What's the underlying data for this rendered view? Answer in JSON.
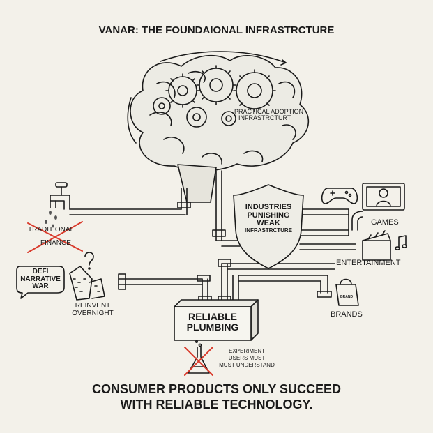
{
  "title": "VANAR: THE FOUNDAIONAL INFRASTRCTURE",
  "brain_label": [
    "PRACTICAL ADOPTION",
    "INFRASTRCTURT"
  ],
  "shield_label": [
    "INDUSTRIES",
    "PUNISHING",
    "WEAK",
    "INFRASTRCTURE"
  ],
  "left_items": {
    "traditional_finance": [
      "TRADITIONAL",
      "FINANCE"
    ],
    "defi_bubble": [
      "DEFI",
      "NARRATIVE",
      "WAR"
    ],
    "reinvent": [
      "REINVENT",
      "OVERNIGHT"
    ]
  },
  "right_items": {
    "games": "GAMES",
    "entertainment": "ENTERTAINMENT",
    "brands": "BRANDS",
    "bag_logo_text": "BRAND"
  },
  "plumbing_box": [
    "RELIABLE",
    "PLUMBING"
  ],
  "experiment": [
    "EXPERIMENT",
    "USERS MUST",
    "MUST UNDERSTAND"
  ],
  "footer": [
    "CONSUMER PRODUCTS ONLY SUCCEED",
    "WITH RELIABLE TECHNOLOGY."
  ],
  "icons": [
    "brain-icon",
    "gear-icon",
    "faucet-icon",
    "shield-icon",
    "game-controller-icon",
    "monitor-icon",
    "clapperboard-icon",
    "music-note-icon",
    "shopping-bag-icon",
    "question-mark-icon",
    "buildings-icon",
    "flask-icon"
  ],
  "colors": {
    "ink": "#1a1a1a",
    "paper": "#f3f1ea",
    "cross": "#d93a2b",
    "water": "#555555"
  }
}
